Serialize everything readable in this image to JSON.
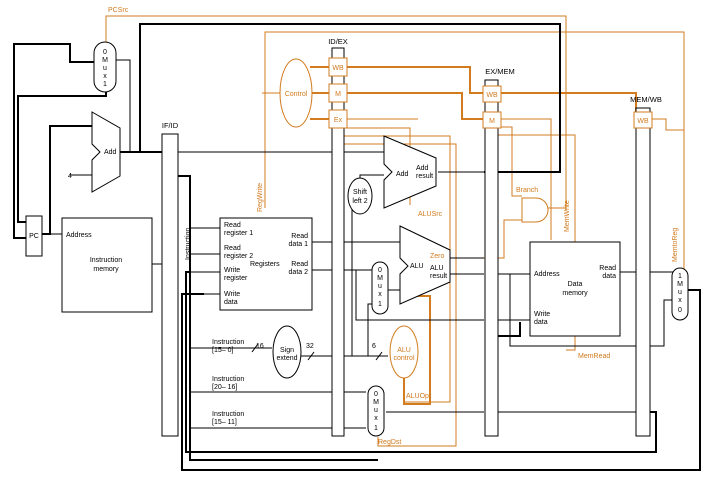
{
  "colors": {
    "wire": "#000000",
    "control": "#d27b1f",
    "background": "#ffffff"
  },
  "pipeline_registers": {
    "ifid": "IF/ID",
    "idex": "ID/EX",
    "exmem": "EX/MEM",
    "memwb": "MEM/WB"
  },
  "stage_fields": {
    "wb": "WB",
    "m": "M",
    "ex": "Ex"
  },
  "pc": {
    "label": "PC"
  },
  "add_if": {
    "label": "Add",
    "const": "4"
  },
  "instr_mem": {
    "address": "Address",
    "title1": "Instruction",
    "title2": "memory"
  },
  "instruction_label": "Instruction",
  "control_unit": {
    "label": "Control"
  },
  "registers": {
    "read_reg1_a": "Read",
    "read_reg1_b": "register 1",
    "read_reg2_a": "Read",
    "read_reg2_b": "register 2",
    "write_reg_a": "Write",
    "write_reg_b": "register",
    "write_data_a": "Write",
    "write_data_b": "data",
    "read_data1_a": "Read",
    "read_data1_b": "data 1",
    "read_data2_a": "Read",
    "read_data2_b": "data 2",
    "title": "Registers"
  },
  "sign_extend": {
    "label1": "Sign",
    "label2": "extend",
    "in_bits": "16",
    "out_bits": "32"
  },
  "instr_fields": {
    "f1a": "Instruction",
    "f1b": "[15– 0]",
    "f2a": "Instruction",
    "f2b": "[20– 16]",
    "f3a": "Instruction",
    "f3b": "[15– 11]"
  },
  "shift_left": {
    "label1": "Shift",
    "label2": "left 2"
  },
  "add_ex": {
    "label": "Add",
    "result1": "Add",
    "result2": "result"
  },
  "alu": {
    "label": "ALU",
    "zero": "Zero",
    "result1": "ALU",
    "result2": "result"
  },
  "alu_control": {
    "label1": "ALU",
    "label2": "control",
    "bits": "6"
  },
  "mux_text": [
    "0",
    "M",
    "u",
    "x",
    "1"
  ],
  "data_mem": {
    "address": "Address",
    "read_data_a": "Read",
    "read_data_b": "data",
    "write_data_a": "Write",
    "write_data_b": "data",
    "title1": "Data",
    "title2": "memory"
  },
  "signals": {
    "pcsrc": "PCSrc",
    "regwrite": "RegWrite",
    "alusrc": "ALUSrc",
    "aluop": "ALUOp",
    "regdst": "RegDst",
    "branch": "Branch",
    "memwrite": "MemWrite",
    "memread": "MemRead",
    "memtoreg": "MemtoReg"
  }
}
